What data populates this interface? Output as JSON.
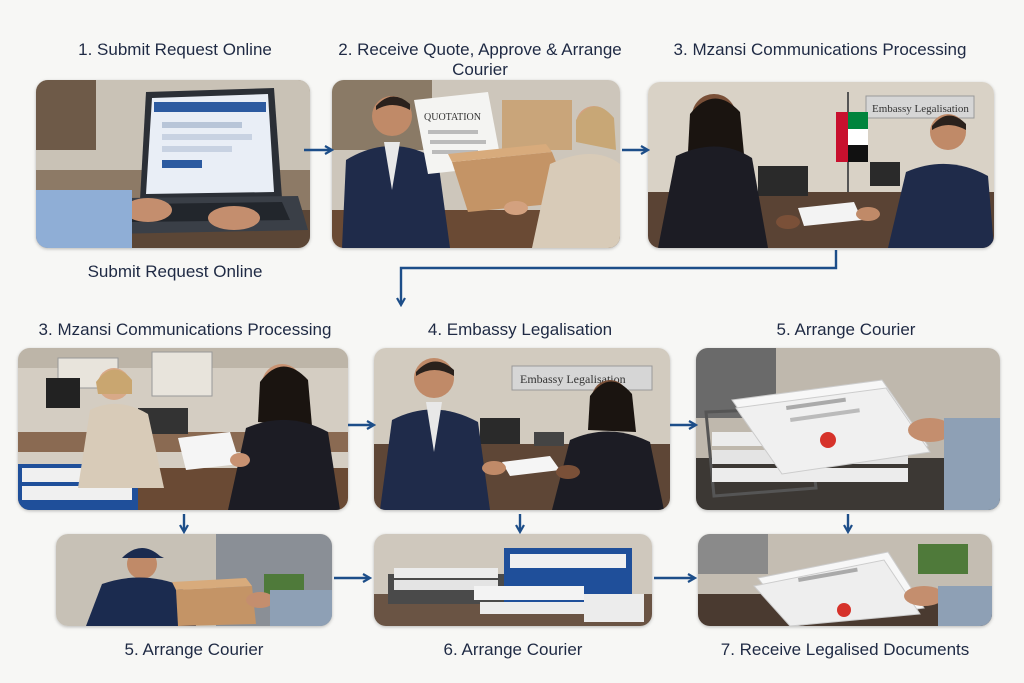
{
  "colors": {
    "arrow": "#1d4e89",
    "text": "#1f2a44",
    "background": "#f7f7f5"
  },
  "steps": {
    "s1_title": "1. Submit Request Online",
    "s2_title": "2. Receive Quote, Approve & Arrange Courier",
    "s3_title": "3. Mzansi Communications Processing",
    "s1_caption": "Submit Request Online",
    "s3b_title": "3. Mzansi Communications Processing",
    "s4_title": "4. Embassy Legalisation",
    "s5_title": "5. Arrange Courier",
    "s5b_caption": "5. Arrange Courier",
    "s6_caption": "6. Arrange Courier",
    "s7_caption": "7. Receive Legalised Documents"
  },
  "signs": {
    "embassy_sign_1": "Embassy Legalisation",
    "embassy_sign_2": "Embassy Legalisation",
    "quotation": "QUOTATION"
  }
}
